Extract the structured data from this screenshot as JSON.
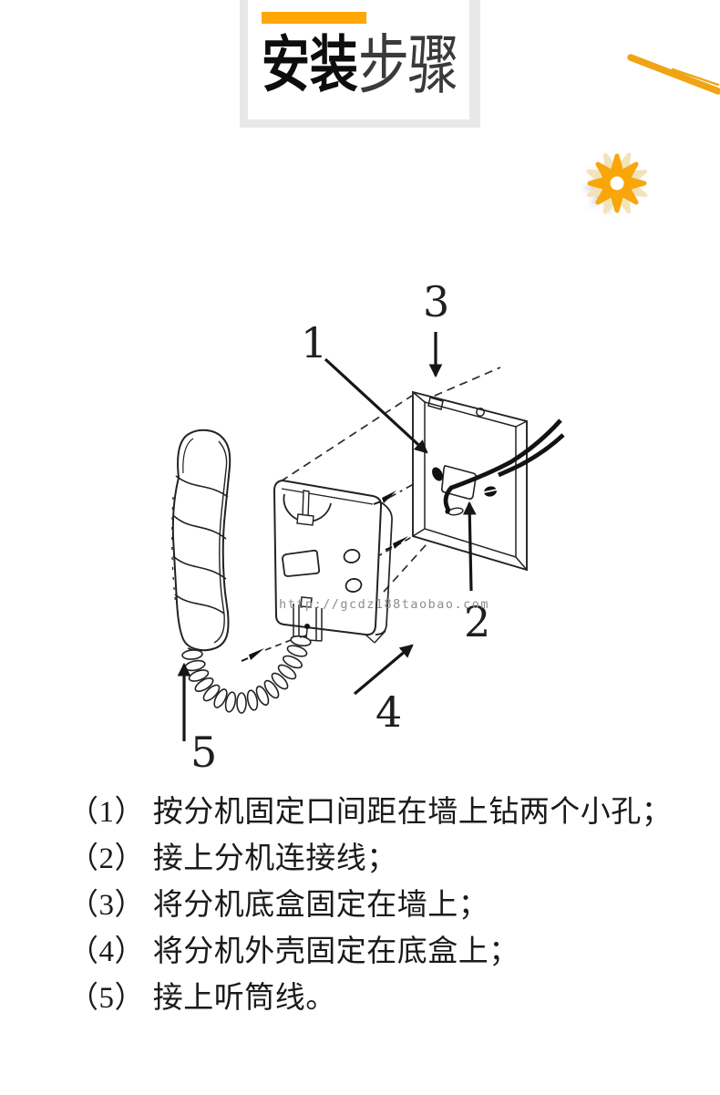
{
  "header": {
    "title_bold": "安装",
    "title_light": "步骤",
    "accent_bar_color": "#FFA707",
    "frame_color": "#E8E8E8"
  },
  "decor": {
    "brush_stroke_color": "#F0A414",
    "flower_color": "#F8A60A",
    "flower_pale_color": "#F3E3BA"
  },
  "diagram": {
    "watermark": "http://gcdz188taobao.com",
    "watermark_color": "#8D8D8D",
    "ink_color": "#1F1F1F",
    "part_labels": [
      "1",
      "2",
      "3",
      "4",
      "5"
    ]
  },
  "instructions": [
    "（1） 按分机固定口间距在墙上钻两个小孔；",
    "（2） 接上分机连接线；",
    "（3） 将分机底盒固定在墙上；",
    "（4） 将分机外壳固定在底盒上；",
    "（5） 接上听筒线。"
  ]
}
